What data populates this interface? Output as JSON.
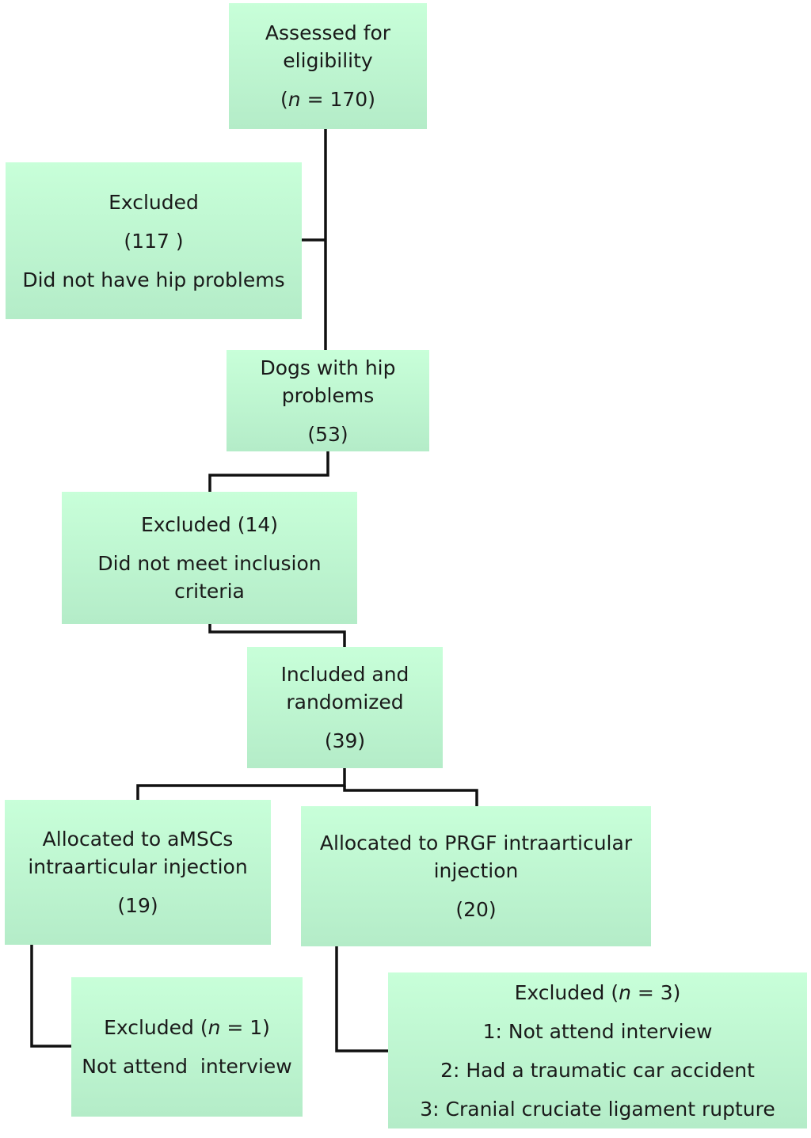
{
  "boxes": {
    "assessed": {
      "line1": "Assessed for",
      "line2": "eligibility",
      "count_open": "(",
      "count_var": "n",
      "count_rest": " = 170)"
    },
    "excluded1": {
      "line1": "Excluded",
      "count": "(117 )",
      "reason": "Did not have hip problems"
    },
    "hip": {
      "line1": "Dogs with hip",
      "line2": "problems",
      "count": "(53)"
    },
    "excluded2": {
      "line1": "Excluded (14)",
      "reason1": "Did not meet inclusion",
      "reason2": "criteria"
    },
    "randomized": {
      "line1": "Included and",
      "line2": "randomized",
      "count": "(39)"
    },
    "amscs": {
      "line1": "Allocated to aMSCs",
      "line2": "intraarticular injection",
      "count": "(19)"
    },
    "prgf": {
      "line1": "Allocated to PRGF intraarticular",
      "line2": "injection",
      "count": "(20)"
    },
    "excluded3": {
      "label_open": "Excluded (",
      "var": "n",
      "label_rest": " = 1)",
      "reason": "Not attend  interview"
    },
    "excluded4": {
      "label_open": "Excluded (",
      "var": "n",
      "label_rest": " = 3)",
      "reasons": [
        "1: Not attend interview",
        "2: Had a traumatic car accident",
        "3: Cranial cruciate ligament rupture"
      ]
    }
  }
}
